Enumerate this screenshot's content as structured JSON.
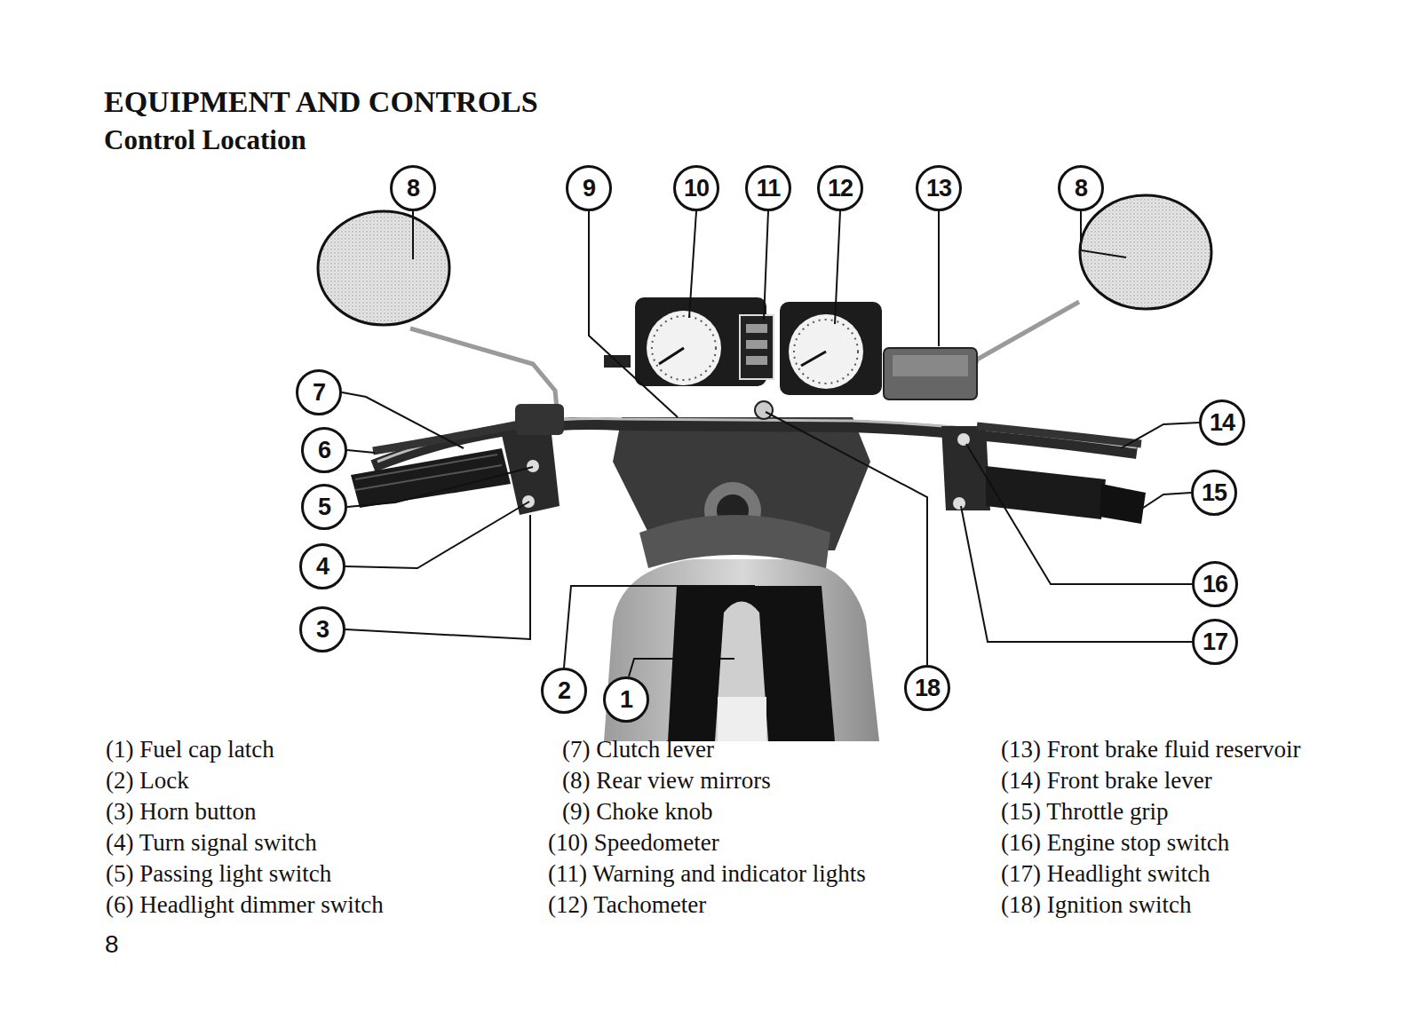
{
  "diagram": {
    "title": "EQUIPMENT AND CONTROLS",
    "labels": [
      "Control Location",
      "8",
      "9",
      "10",
      "11",
      "12",
      "13",
      "8",
      "7",
      "14",
      "6",
      "5",
      "15",
      "4",
      "16",
      "3",
      "17",
      "2",
      "1",
      "18",
      "(1) Fuel cap latch",
      "(2) Lock",
      "(3) Horn button",
      "(4) Turn signal switch",
      "(5) Passing light switch",
      "(6) Headlight dimmer switch",
      "(7) Clutch lever",
      "(8) Rear view mirrors",
      "(9) Choke knob",
      "(10) Speedometer",
      "(11) Warning and indicator lights",
      "(12) Tachometer",
      "(13) Front brake fluid reservoir",
      "(14) Front brake lever",
      "(15) Throttle grip",
      "(16) Engine stop switch",
      "(17) Headlight switch",
      "(18) Ignition switch",
      "8"
    ]
  }
}
